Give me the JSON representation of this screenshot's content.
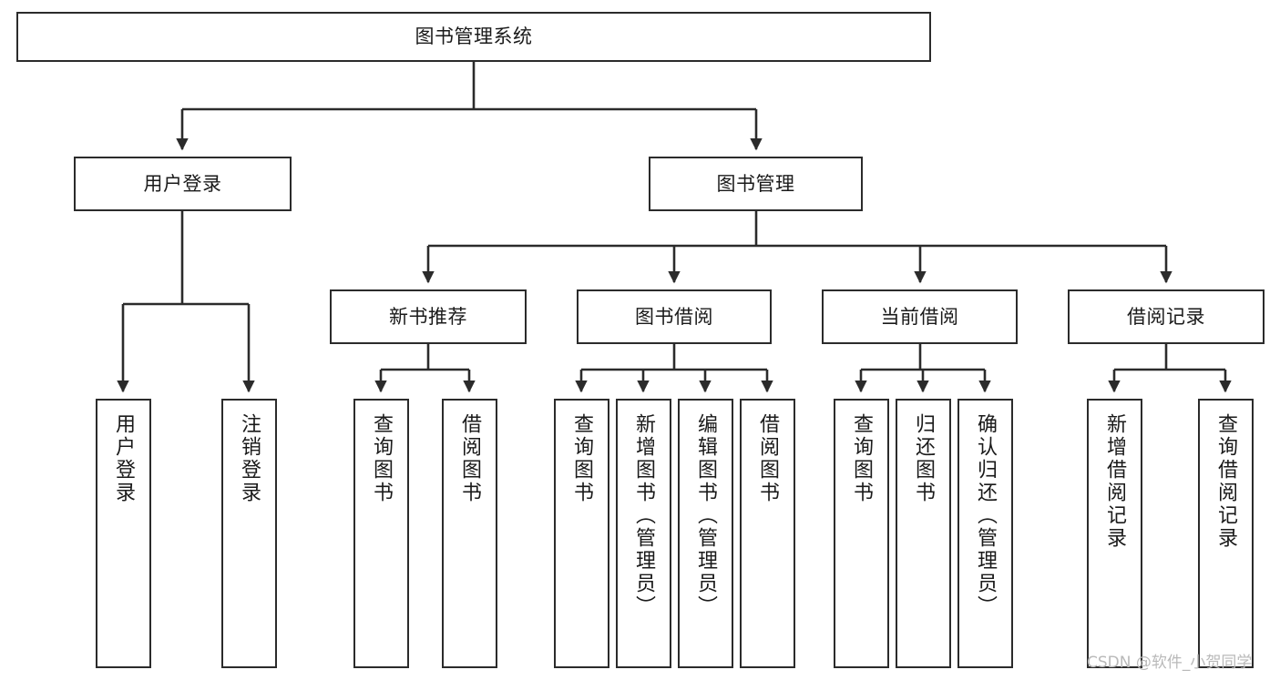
{
  "diagram": {
    "title": "图书管理系统",
    "type": "tree",
    "orientation": "top-down",
    "colors": {
      "box_border": "#2b2b2b",
      "box_fill": "#ffffff",
      "connector": "#2b2b2b",
      "text": "#1a1a1a",
      "watermark": "#b9b9b9",
      "background": "#ffffff"
    },
    "root": {
      "label": "图书管理系统"
    },
    "level2": [
      {
        "label": "用户登录"
      },
      {
        "label": "图书管理"
      }
    ],
    "level3": [
      {
        "label": "新书推荐"
      },
      {
        "label": "图书借阅"
      },
      {
        "label": "当前借阅"
      },
      {
        "label": "借阅记录"
      }
    ],
    "leaves": {
      "user_login": [
        {
          "label": "用户登录"
        },
        {
          "label": "注销登录"
        }
      ],
      "new_book_recommend": [
        {
          "label": "查询图书"
        },
        {
          "label": "借阅图书"
        }
      ],
      "book_borrow": [
        {
          "label": "查询图书"
        },
        {
          "label": "新增图书（管理员）"
        },
        {
          "label": "编辑图书（管理员）"
        },
        {
          "label": "借阅图书"
        }
      ],
      "current_borrow": [
        {
          "label": "查询图书"
        },
        {
          "label": "归还图书"
        },
        {
          "label": "确认归还（管理员）"
        }
      ],
      "borrow_record": [
        {
          "label": "新增借阅记录"
        },
        {
          "label": "查询借阅记录"
        }
      ]
    },
    "watermark": "CSDN @软件_小贺同学"
  }
}
